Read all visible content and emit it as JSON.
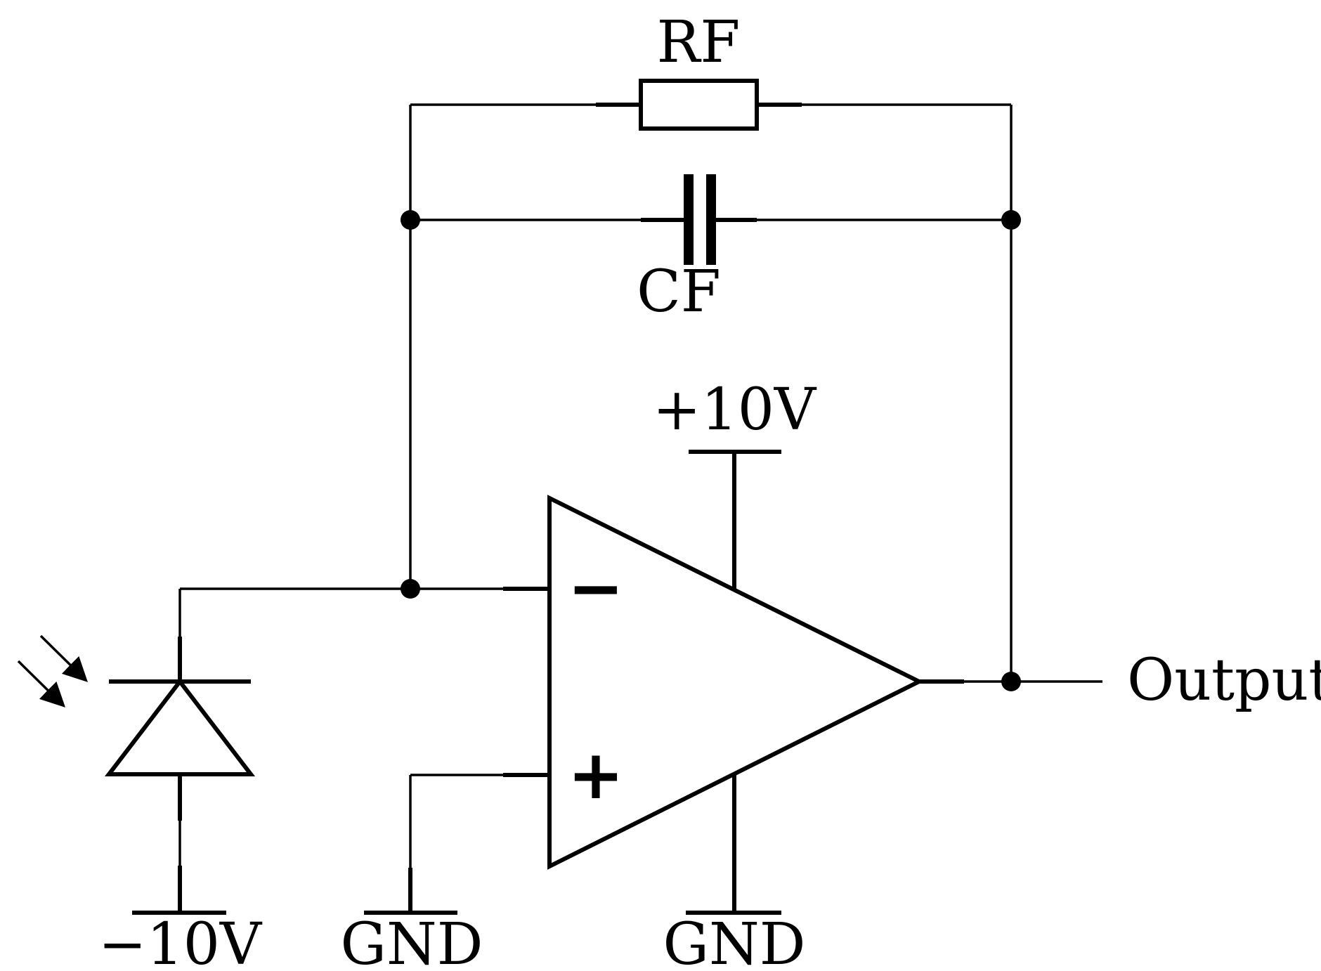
{
  "labels": {
    "resistor": "RF",
    "capacitor": "CF",
    "positive_supply": "+10V",
    "negative_supply": "−10V",
    "ground_noninverting": "GND",
    "ground_opamp": "GND",
    "output": "Output"
  },
  "opamp": {
    "inverting_sign": "−",
    "noninverting_sign": "+"
  },
  "icons": {
    "photodiode": "photodiode-icon",
    "light": "light-arrows-icon",
    "resistor": "resistor-icon",
    "capacitor": "capacitor-icon",
    "opamp": "opamp-icon"
  },
  "colors": {
    "line": "#000000",
    "background": "#ffffff"
  }
}
